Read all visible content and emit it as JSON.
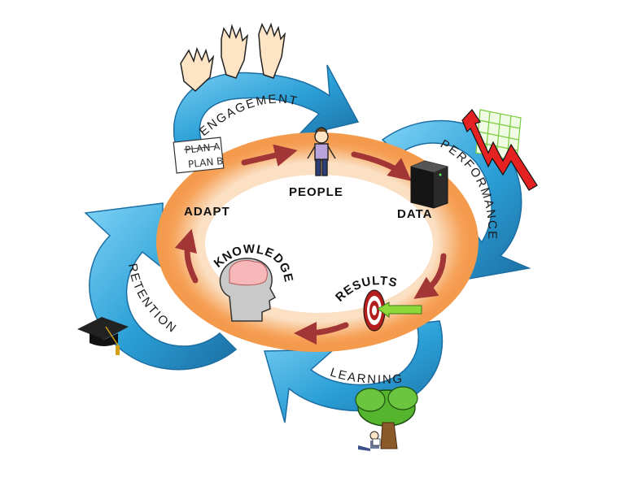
{
  "diagram": {
    "inner_cycle": [
      "PEOPLE",
      "DATA",
      "RESULTS",
      "KNOWLEDGE",
      "ADAPT"
    ],
    "outer_cycle": [
      "ENGAGEMENT",
      "PERFORMANCE",
      "LEARNING",
      "RETENTION"
    ],
    "note": {
      "struck_text": "PLAN A",
      "text": "PLAN B"
    },
    "icons": [
      "raised-hands-icon",
      "person-icon",
      "server-icon",
      "rising-chart-icon",
      "target-icon",
      "tree-reader-icon",
      "brain-head-icon",
      "graduation-cap-icon",
      "note-icon"
    ],
    "colors": {
      "ring": "#f6a35a",
      "ring_inner": "#f4c08e",
      "arrow": "#a23535",
      "outer_arrow": "#2a9fd6",
      "outer_arrow_dark": "#1c6ea3"
    }
  }
}
